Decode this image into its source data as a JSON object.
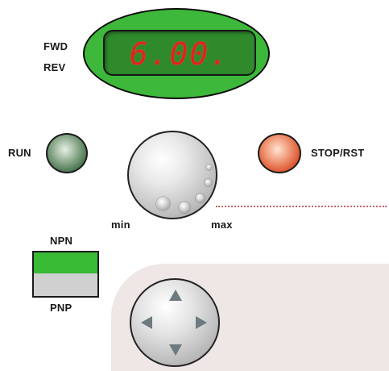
{
  "direction": {
    "fwd_label": "FWD",
    "rev_label": "REV"
  },
  "display": {
    "value": "6.00."
  },
  "run_label": "RUN",
  "stop_label": "STOP/RST",
  "knob": {
    "min_label": "min",
    "max_label": "max"
  },
  "switch": {
    "npn_label": "NPN",
    "pnp_label": "PNP",
    "selected": "NPN"
  },
  "colors": {
    "display_green": "#3db83a",
    "lcd_digits": "#e2231a",
    "run_led": "#4f7a55",
    "stop_led": "#dd5a35",
    "npn_active": "#38ba35"
  },
  "dpad": {
    "icons": [
      "arrow-up-icon",
      "arrow-down-icon",
      "arrow-left-icon",
      "arrow-right-icon"
    ]
  }
}
